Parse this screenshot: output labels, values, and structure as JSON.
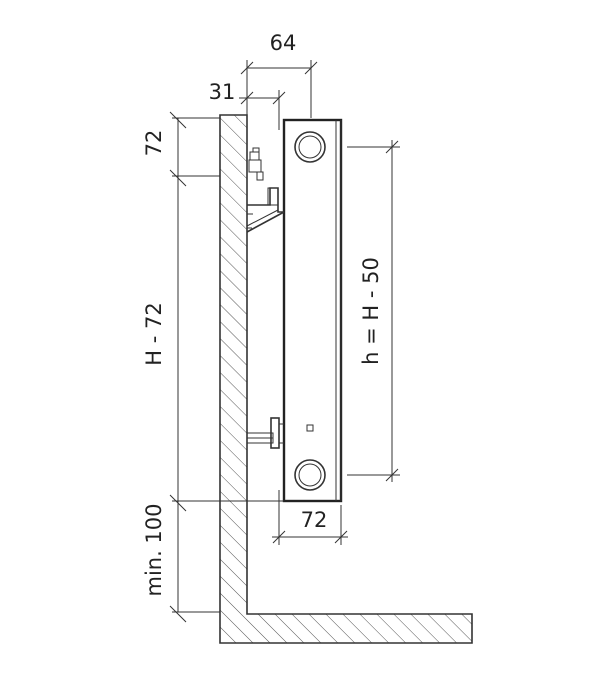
{
  "dimensions": {
    "depth_total": "64",
    "wall_offset": "31",
    "top_clearance": "72",
    "height_minus": "H - 72",
    "floor_clearance": "min. 100",
    "radiator_depth": "72",
    "connection_height": "h = H - 50"
  },
  "colors": {
    "line": "#333333",
    "hatch": "#555555",
    "background": "#ffffff"
  }
}
